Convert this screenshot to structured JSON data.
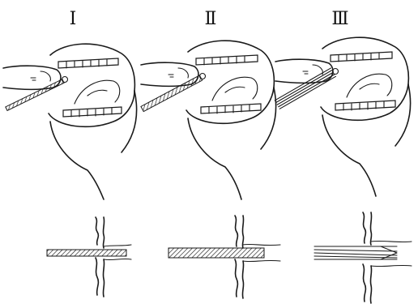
{
  "panels": [
    {
      "label": "Ⅰ",
      "instrument": "single-probe"
    },
    {
      "label": "Ⅱ",
      "instrument": "thicker-probe"
    },
    {
      "label": "Ⅲ",
      "instrument": "multi-wire-bundle"
    }
  ]
}
